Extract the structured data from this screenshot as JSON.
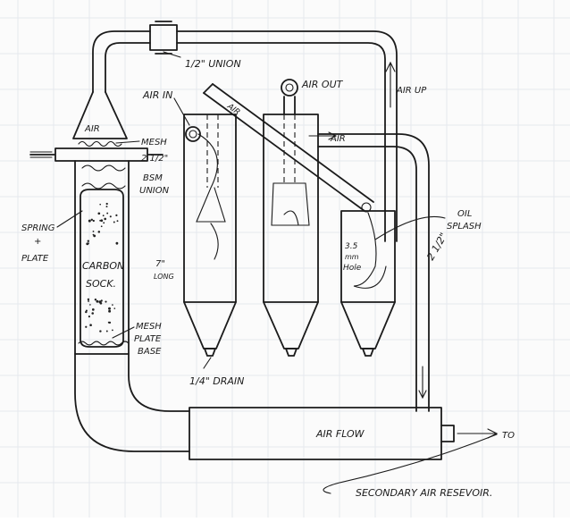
{
  "labels": {
    "union_top": "1/2\" UNION",
    "air_top": "AIR",
    "mesh_top": "MESH",
    "size_2_half": "2 1/2\"",
    "bsm": "BSM",
    "union": "UNION",
    "air_in": "AIR IN",
    "air_pipe": "AIR",
    "air_out": "AIR OUT",
    "air_mid": "AIR",
    "air_up": "AIR UP",
    "oil": "OIL",
    "splash": "SPLASH",
    "hole_size": "3.5",
    "hole_mm": "mm",
    "hole": "Hole",
    "size_right": "2 1/2\"",
    "spring": "SPRING",
    "plus": "+",
    "plate": "PLATE",
    "carbon": "CARBON",
    "sock": "SOCK.",
    "length": "7\"",
    "long": "LONG",
    "mesh_bottom": "MESH",
    "plate_bottom": "PLATE",
    "base": "BASE",
    "drain": "1/4\" DRAIN",
    "air_flow": "AIR FLOW",
    "to": "TO",
    "reservoir": "SECONDARY AIR RESEVOIR."
  }
}
